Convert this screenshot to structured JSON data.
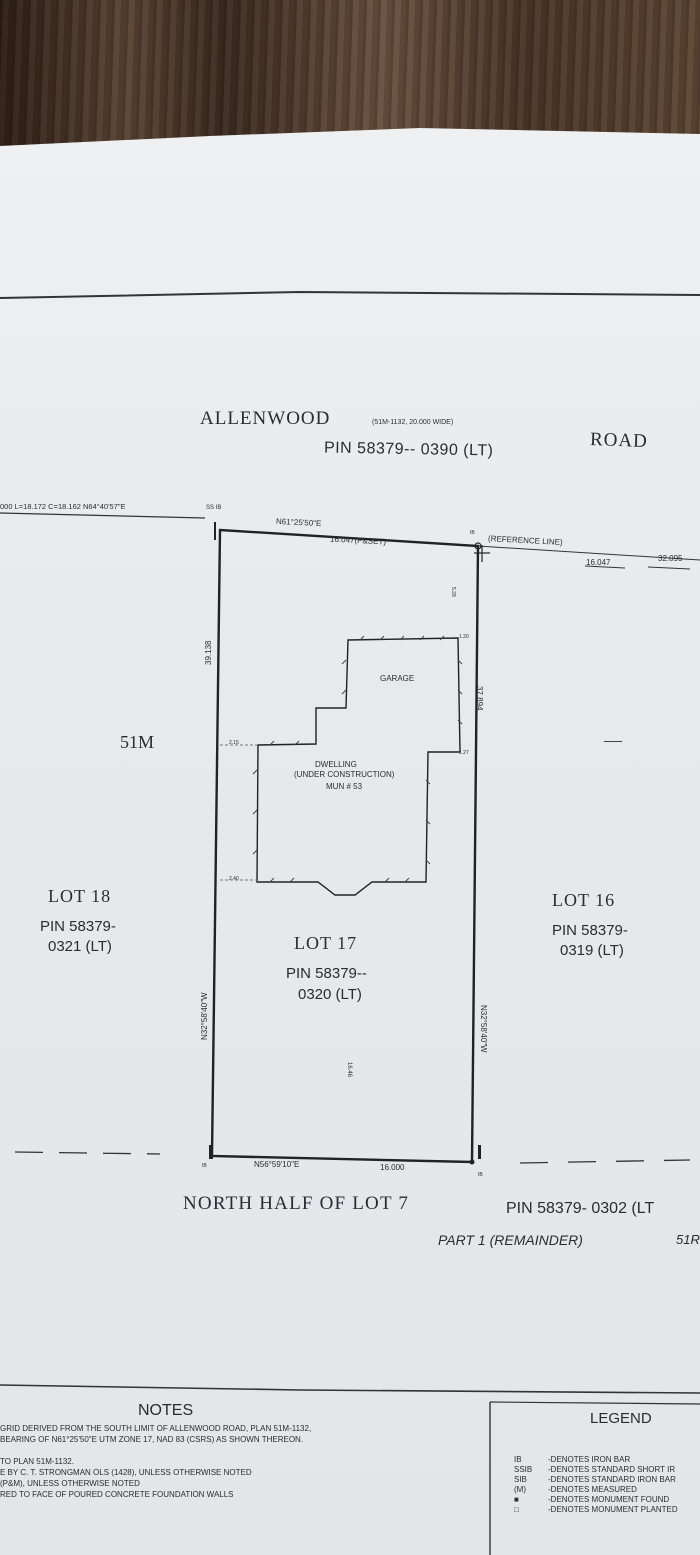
{
  "street": {
    "name_left": "ALLENWOOD",
    "plan_note": "(51M-1132, 20.000 WIDE)",
    "name_right": "ROAD",
    "pin": "PIN 58379-- 0390 (LT)"
  },
  "curve": {
    "left_text": "000  L=18.172  C=18.162  N64°40'57\"E",
    "ssib": "SS  IB"
  },
  "top_line": {
    "bearing": "N61°25'50\"E",
    "distance": "16.047(P&SET)",
    "ib": "IB",
    "reference": "(REFERENCE LINE)",
    "right_dist1": "16.047",
    "right_dist2": "32.095"
  },
  "lot17": {
    "left_bearing": "N32°58'40\"W",
    "left_dist": "39.138",
    "right_bearing": "N32°58'40\"W",
    "right_dist": "37.894",
    "bottom_bearing": "N56°59'10\"E",
    "bottom_dist": "16.000",
    "label": "LOT  17",
    "pin1": "PIN 58379--",
    "pin2": "0320 (LT)",
    "mid_dist": "16.46",
    "corner_bl": "IB",
    "corner_br": "IB"
  },
  "building": {
    "garage": "GARAGE",
    "dwelling1": "DWELLING",
    "dwelling2": "(UNDER CONSTRUCTION)",
    "dwelling3": "MUN # 53",
    "setback_top": "5.28",
    "setback_right1": "1.20",
    "setback_right2": "1.27",
    "setback_left1": "2.15",
    "setback_left2": "2.40"
  },
  "plan_label": "51M",
  "lot18": {
    "label": "LOT  18",
    "pin1": "PIN 58379-",
    "pin2": "0321 (LT)"
  },
  "lot16": {
    "label": "LOT   16",
    "pin1": "PIN 58379-",
    "pin2": "0319 (LT)"
  },
  "south": {
    "lot7": "NORTH HALF OF LOT 7",
    "pin": "PIN 58379- 0302 (LT",
    "part": "PART 1   (REMAINDER)",
    "plan": "51R"
  },
  "notes": {
    "title": "NOTES",
    "lines": [
      "GRID DERIVED FROM THE SOUTH LIMIT OF ALLENWOOD ROAD, PLAN 51M-1132,",
      "BEARING OF N61°25'50\"E UTM ZONE 17, NAD 83 (CSRS) AS SHOWN THEREON.",
      "",
      "TO PLAN 51M-1132.",
      "E BY C. T. STRONGMAN OLS (1428), UNLESS OTHERWISE NOTED",
      " (P&M), UNLESS OTHERWISE NOTED",
      "RED TO FACE OF POURED CONCRETE FOUNDATION WALLS"
    ]
  },
  "legend": {
    "title": "LEGEND",
    "items": [
      {
        "sym": "IB",
        "desc": "-DENOTES IRON BAR"
      },
      {
        "sym": "SSIB",
        "desc": "-DENOTES STANDARD SHORT IR"
      },
      {
        "sym": "SIB",
        "desc": "-DENOTES STANDARD IRON BAR"
      },
      {
        "sym": "(M)",
        "desc": "-DENOTES MEASURED"
      },
      {
        "sym": "■",
        "desc": "-DENOTES MONUMENT FOUND"
      },
      {
        "sym": "□",
        "desc": "-DENOTES MONUMENT PLANTED"
      }
    ]
  }
}
